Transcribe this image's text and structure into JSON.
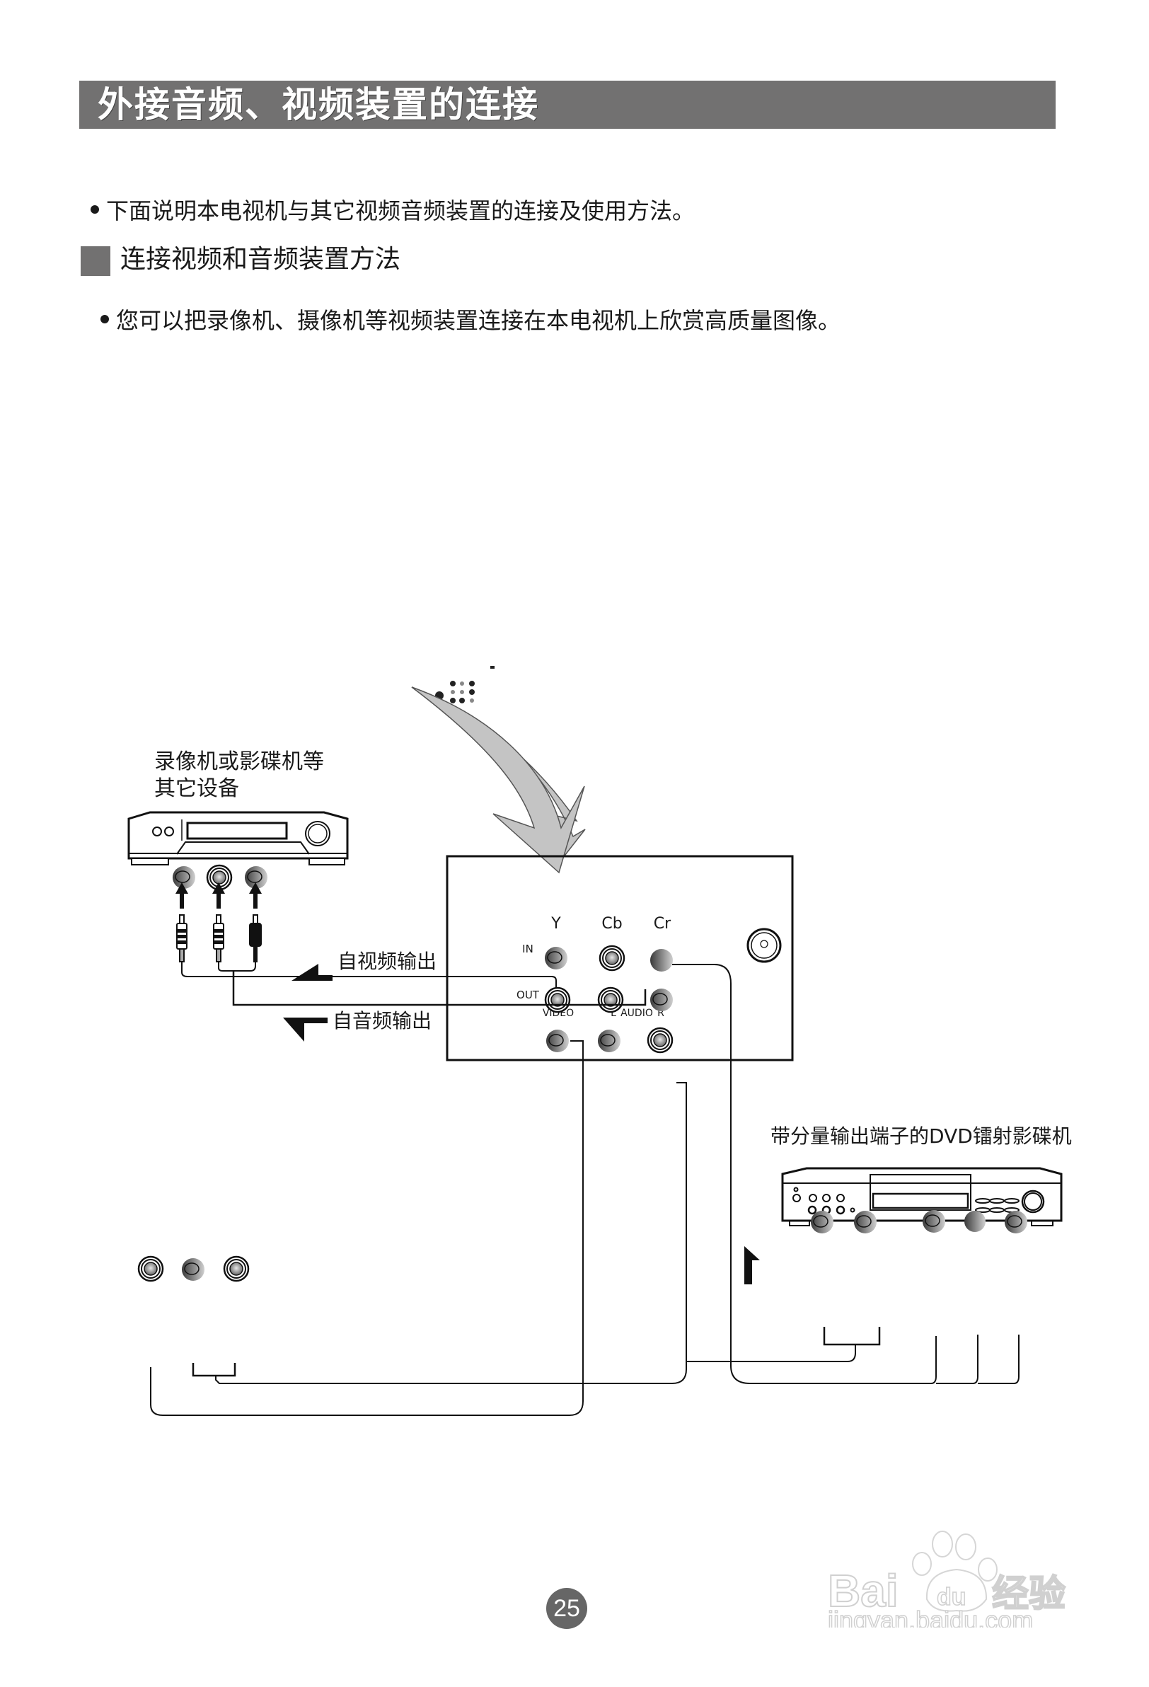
{
  "header": {
    "title": "外接音频、视频装置的连接"
  },
  "intro": {
    "text": "下面说明本电视机与其它视频音频装置的连接及使用方法。"
  },
  "section": {
    "title": "连接视频和音频装置方法",
    "description": "您可以把录像机、摄像机等视频装置连接在本电视机上欣赏高质量图像。"
  },
  "diagram": {
    "vcr_label_line1": "录像机或影碟机等",
    "vcr_label_line2": "其它设备",
    "video_out_label": "自视频输出",
    "audio_out_label": "自音频输出",
    "tv_panel": {
      "component_labels": [
        "Y",
        "Cb",
        "Cr"
      ],
      "row_in": "IN",
      "row_out": "OUT",
      "video_label": "VIDEO",
      "audio_l_label": "L",
      "audio_label": "AUDIO",
      "audio_r_label": "R"
    },
    "dvd_label": "带分量输出端子的DVD镭射影碟机"
  },
  "footer": {
    "page_number": "25"
  },
  "watermark": {
    "brand": "Bai",
    "brand_mid": "du",
    "brand_suffix": "经验",
    "url": "jingyan.baidu.com"
  },
  "colors": {
    "title_bar": "#727171",
    "arrow_fill": "#c4c4c4",
    "page_badge": "#666666"
  }
}
